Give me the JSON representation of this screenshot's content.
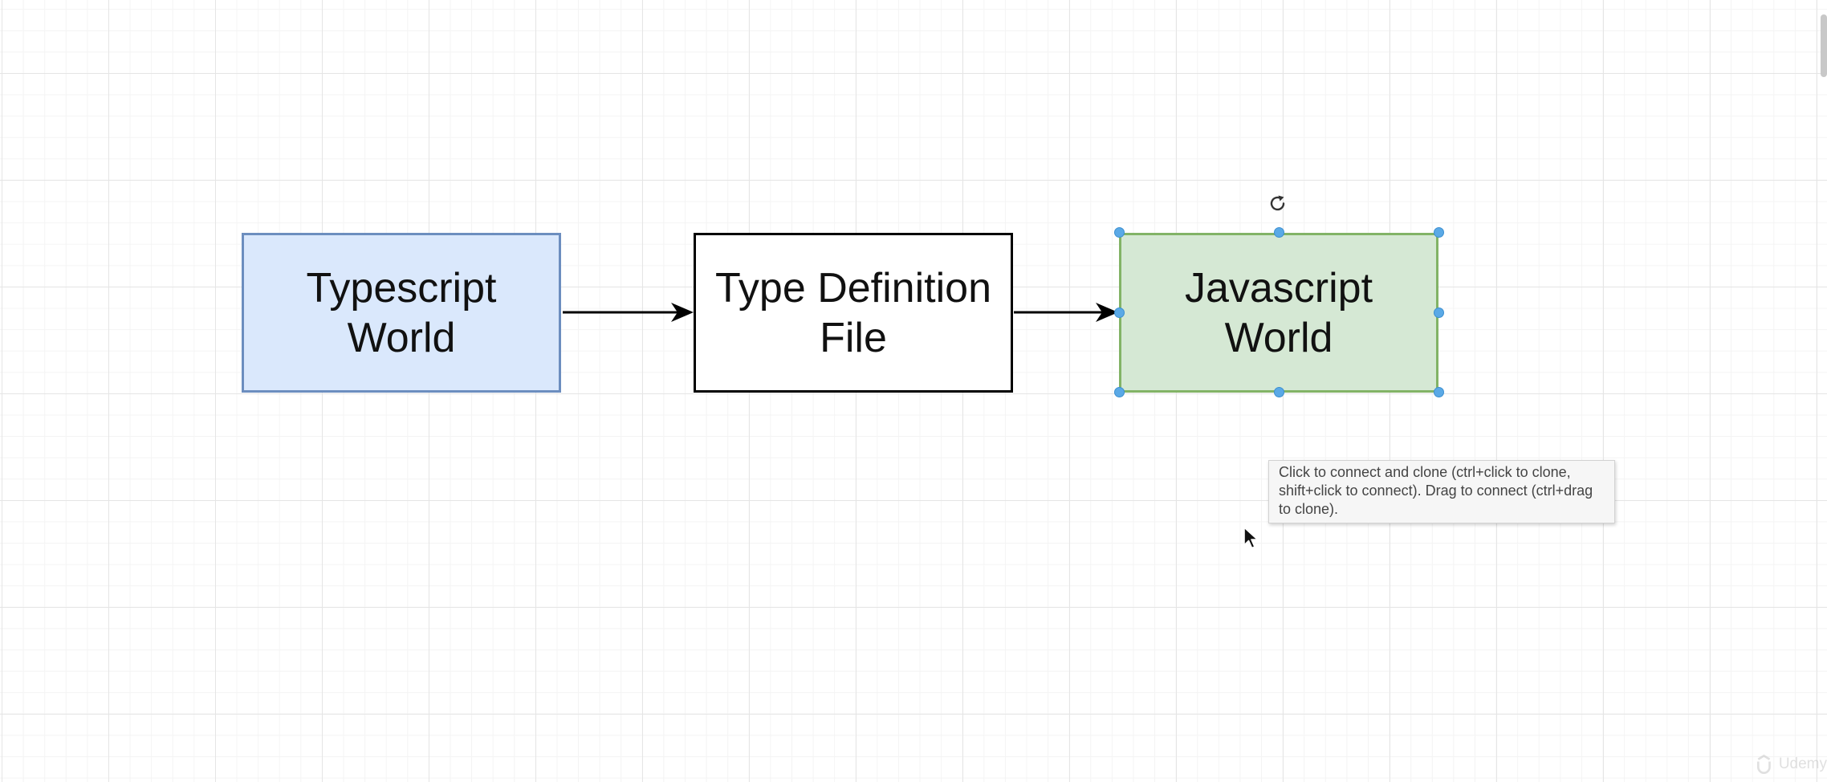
{
  "diagram": {
    "nodes": [
      {
        "id": "typescript-world",
        "label": "Typescript\nWorld",
        "fill": "#dae8fc",
        "stroke": "#6c8ebf"
      },
      {
        "id": "type-definition-file",
        "label": "Type Definition\nFile",
        "fill": "#ffffff",
        "stroke": "#000000"
      },
      {
        "id": "javascript-world",
        "label": "Javascript\nWorld",
        "fill": "#d5e8d4",
        "stroke": "#82b366",
        "selected": true
      }
    ],
    "edges": [
      {
        "from": "typescript-world",
        "to": "type-definition-file"
      },
      {
        "from": "type-definition-file",
        "to": "javascript-world"
      }
    ],
    "selection_color": "#5aa9e6"
  },
  "tooltip": {
    "text": "Click to connect and clone (ctrl+click to clone, shift+click to connect). Drag to connect (ctrl+drag to clone)."
  },
  "watermark": {
    "text": "Udemy"
  },
  "icons": {
    "rotate": "rotate-icon",
    "cursor": "mouse-pointer-icon",
    "watermark": "udemy-logo-icon"
  }
}
